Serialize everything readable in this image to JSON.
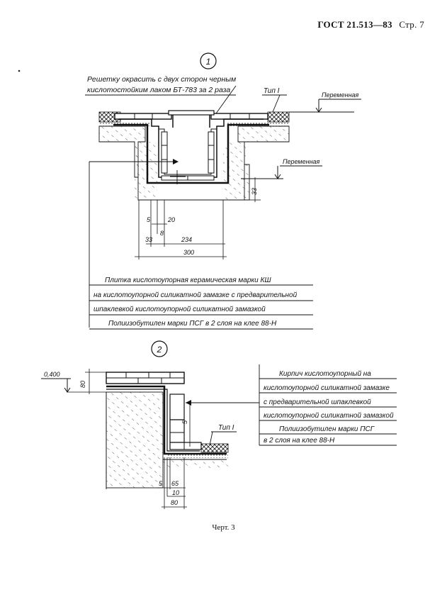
{
  "header": {
    "standard": "ГОСТ 21.513—83",
    "page": "Стр. 7"
  },
  "detail1": {
    "marker": "1",
    "note_line1": "Решетку окрасить с двух сторон черным",
    "note_line2": "кислотостойким лаком БТ-783 за 2 раза",
    "type_label": "Тип I",
    "level_label_top": "Переменная",
    "level_label_mid": "Переменная",
    "dim_33_right": "33",
    "dim_5": "5",
    "dim_20": "20",
    "dim_8": "8",
    "dim_33_left": "33",
    "dim_234": "234",
    "dim_300": "300",
    "legend": [
      "Плитка кислотоупорная керамическая марки КШ",
      "на кислотоупорной силикатной замазке с предварительной",
      "шпаклевкой кислотоупорной силикатной замазкой",
      "Полиизобутилен марки ПСГ в 2 слоя на клее 88-Н"
    ]
  },
  "detail2": {
    "marker": "2",
    "level_label": "0,400",
    "dim_80_top": "80",
    "dim_5_right": "5",
    "type_label": "Тип I",
    "dim_5": "5",
    "dim_65": "65",
    "dim_10": "10",
    "dim_80": "80",
    "legend": [
      "Кирпич кислотоупорный на",
      "кислотоупорной силикатной замазке",
      "с предварительной шпаклевкой",
      "кислотоупорной силикатной замазкой",
      "Полиизобутилен марки ПСГ",
      "в 2 слоя на клее 88-Н"
    ]
  },
  "caption": "Черт. 3"
}
